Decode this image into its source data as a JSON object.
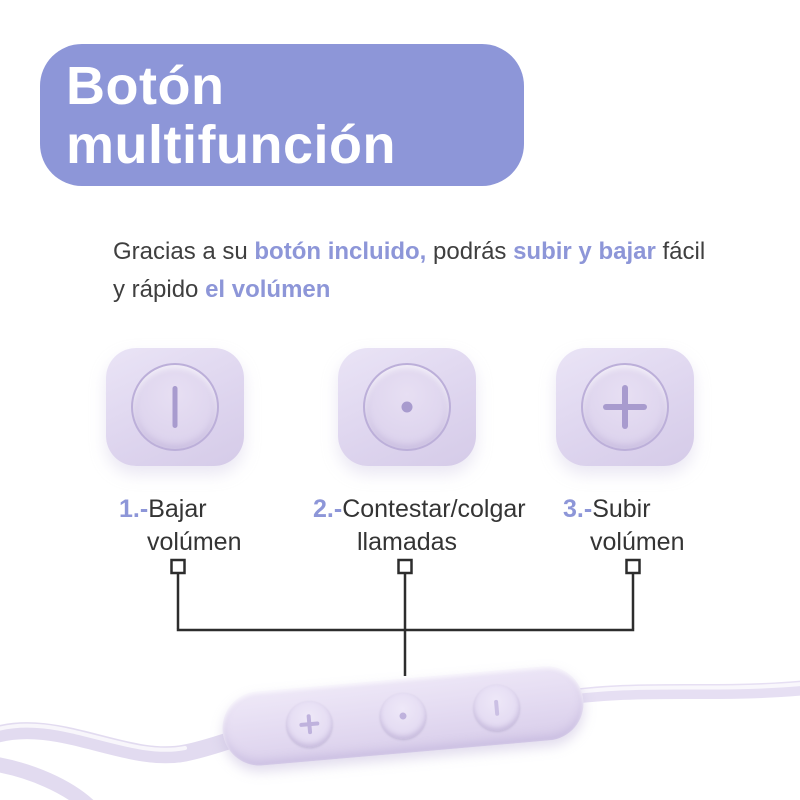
{
  "colors": {
    "accent": "#8d96d8",
    "badge_bg": "#8d96d8",
    "body_text": "#3f3f3f",
    "lavender_light": "#e7dff3",
    "lavender_mid": "#d9cfeb",
    "glyph": "#a89bce",
    "callout_line": "#2d2d2d"
  },
  "header": {
    "title_line1": "Botón",
    "title_line2": "multifunción"
  },
  "intro": {
    "segments": [
      {
        "text": "Gracias a su "
      },
      {
        "text": "botón incluido,"
      },
      {
        "text": " podrás "
      },
      {
        "text": "subir y bajar"
      },
      {
        "text": " fácil"
      },
      {
        "text": "y rápido "
      },
      {
        "text": "el volúmen"
      }
    ]
  },
  "buttons": [
    {
      "number": "1.-",
      "label_line1": "Bajar",
      "label_line2": "volúmen",
      "icon": "volume-down-bar-icon"
    },
    {
      "number": "2.-",
      "label_line1": "Contestar/colgar",
      "label_line2": "llamadas",
      "icon": "center-dot-icon"
    },
    {
      "number": "3.-",
      "label_line1": "Subir",
      "label_line2": "volúmen",
      "icon": "plus-icon"
    }
  ],
  "photo": {
    "remote_button_icons": [
      "plus-icon",
      "dot-icon",
      "bar-icon"
    ]
  }
}
